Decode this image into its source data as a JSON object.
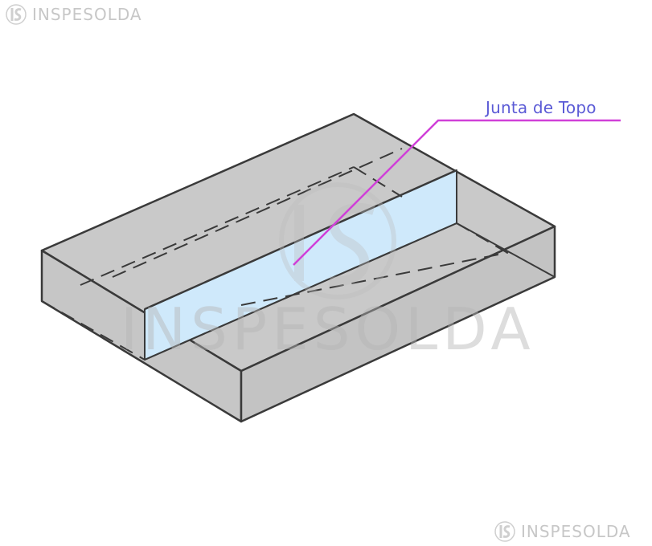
{
  "brand": {
    "name": "INSPESOLDA",
    "logo_initials": "IS"
  },
  "diagram": {
    "callout_label": "Junta de Topo",
    "callout_color": "#5b5bd6",
    "leader_color": "#d040d8",
    "plate_color": "#c9c9c9",
    "joint_color": "#cfe9fb",
    "outline_color": "#3a3a3a"
  }
}
